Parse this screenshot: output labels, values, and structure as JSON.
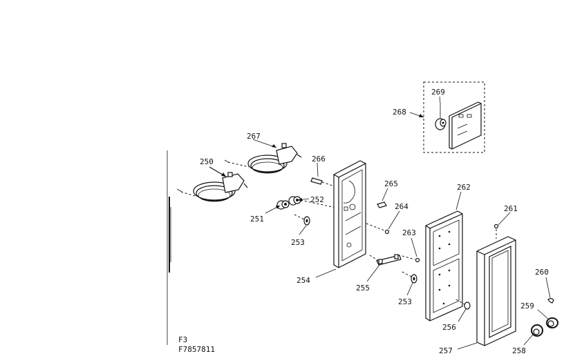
{
  "diagram": {
    "part_labels": {
      "p250": "250",
      "p251": "251",
      "p252": "252",
      "p253a": "253",
      "p253b": "253",
      "p254": "254",
      "p255": "255",
      "p256": "256",
      "p257": "257",
      "p258": "258",
      "p259": "259",
      "p260": "260",
      "p261": "261",
      "p262": "262",
      "p263": "263",
      "p264": "264",
      "p265": "265",
      "p266": "266",
      "p267": "267",
      "p268": "268",
      "p269": "269"
    },
    "caption": {
      "line1": "F3",
      "line2": "F7857811"
    }
  }
}
